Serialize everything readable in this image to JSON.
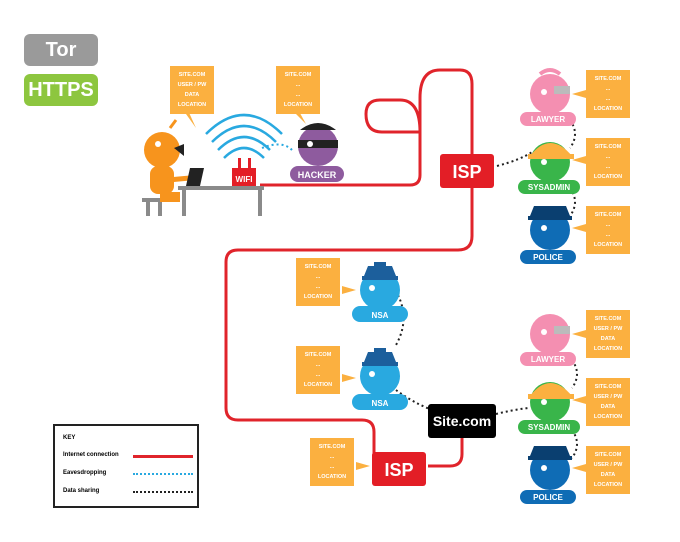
{
  "toggles": {
    "tor": "Tor",
    "https": "HTTPS"
  },
  "colors": {
    "tor_toggle": "#9a9a9a",
    "https_toggle": "#8dc63f",
    "internet": "#e0242b",
    "eavesdrop": "#29a9e0",
    "sharing": "#222222",
    "note": "#fbb040",
    "isp": "#e31e26",
    "site": "#000000",
    "lawyer": "#f48fb1",
    "sysadmin": "#39b54a",
    "police": "#0f6cb5",
    "nsa": "#29a9e0",
    "hacker": "#8e5b9e",
    "user": "#f7941d"
  },
  "nodes": {
    "wifi": "WIFI",
    "hacker": "HACKER",
    "isp_top": "ISP",
    "isp_bottom": "ISP",
    "site": "Site.com",
    "lawyer_top": "LAWYER",
    "sysadmin_top": "SYSADMIN",
    "police_top": "POLICE",
    "nsa_top": "NSA",
    "nsa_bottom": "NSA",
    "lawyer_bottom": "LAWYER",
    "sysadmin_bottom": "SYSADMIN",
    "police_bottom": "POLICE"
  },
  "notes": {
    "user": [
      "SITE.COM",
      "USER / PW",
      "DATA",
      "LOCATION"
    ],
    "hacker": [
      "SITE.COM",
      "...",
      "...",
      "LOCATION"
    ],
    "lawyer_top": [
      "SITE.COM",
      "...",
      "...",
      "LOCATION"
    ],
    "sysadmin_top": [
      "SITE.COM",
      "...",
      "...",
      "LOCATION"
    ],
    "police_top": [
      "SITE.COM",
      "...",
      "...",
      "LOCATION"
    ],
    "nsa_top": [
      "SITE.COM",
      "...",
      "...",
      "LOCATION"
    ],
    "nsa_bottom": [
      "SITE.COM",
      "...",
      "...",
      "LOCATION"
    ],
    "isp_bottom": [
      "SITE.COM",
      "...",
      "...",
      "LOCATION"
    ],
    "lawyer_bottom": [
      "SITE.COM",
      "USER / PW",
      "DATA",
      "LOCATION"
    ],
    "sysadmin_bottom": [
      "SITE.COM",
      "USER / PW",
      "DATA",
      "LOCATION"
    ],
    "police_bottom": [
      "SITE.COM",
      "USER / PW",
      "DATA",
      "LOCATION"
    ]
  },
  "legend": {
    "title": "KEY",
    "internet": "Internet connection",
    "eavesdrop": "Eavesdropping",
    "sharing": "Data sharing"
  }
}
